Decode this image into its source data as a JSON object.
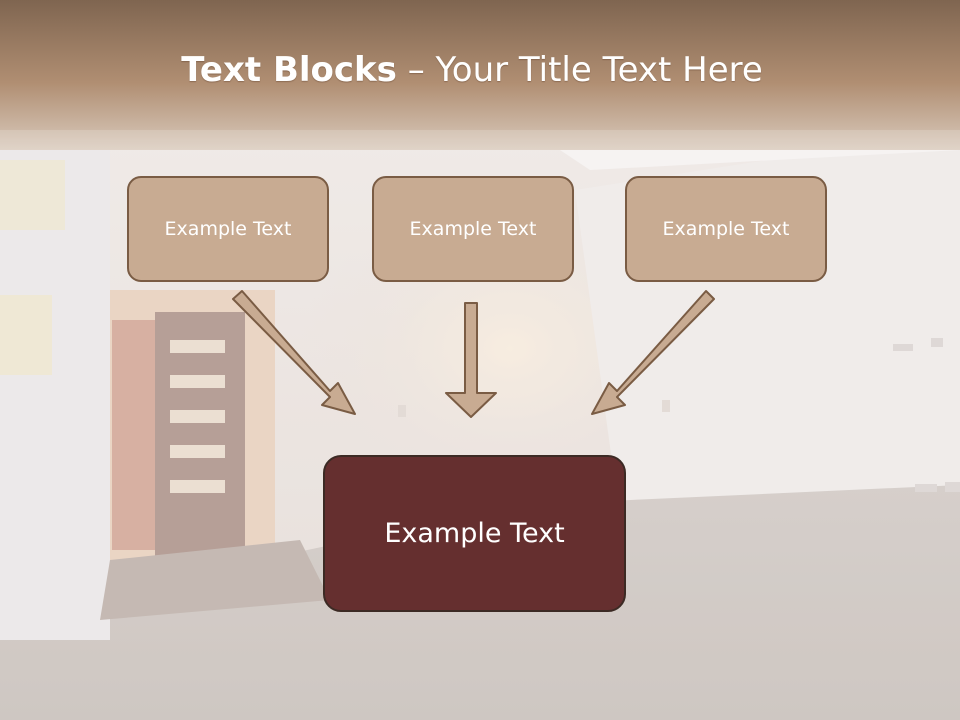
{
  "title": {
    "bold": "Text Blocks",
    "rest": "– Your Title Text Here"
  },
  "blocks": [
    {
      "label": "Example Text"
    },
    {
      "label": "Example Text"
    },
    {
      "label": "Example Text"
    }
  ],
  "main_block": {
    "label": "Example Text"
  },
  "colors": {
    "header_band": "#8c6d55",
    "small_box_fill": "#c8ab92",
    "small_box_border": "#7a5c44",
    "main_box_fill": "#652f2f",
    "arrow_fill": "#c8ab92",
    "arrow_stroke": "#7a5c44"
  }
}
